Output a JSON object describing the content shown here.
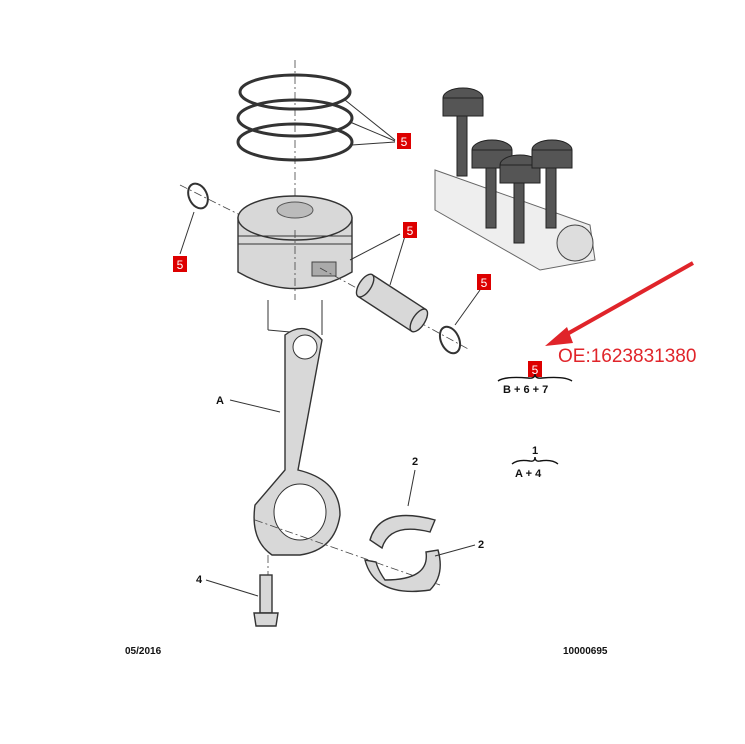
{
  "diagram": {
    "callouts": {
      "rings": "5",
      "circlip_left": "5",
      "piston_pin": "5",
      "circlip_right": "5",
      "set": "5"
    },
    "labels": {
      "conrod": "A",
      "bearing_upper": "2",
      "bearing_lower": "2",
      "bolt": "4",
      "kit_top": "1"
    },
    "formulas": {
      "set_5": "B + 6 + 7",
      "set_1": "A + 4"
    },
    "annotation": {
      "oe_number": "OE:1623831380",
      "color": "#e0242a"
    },
    "footer": {
      "date": "05/2016",
      "reference": "10000695"
    },
    "callout_color": "#dd0000"
  }
}
